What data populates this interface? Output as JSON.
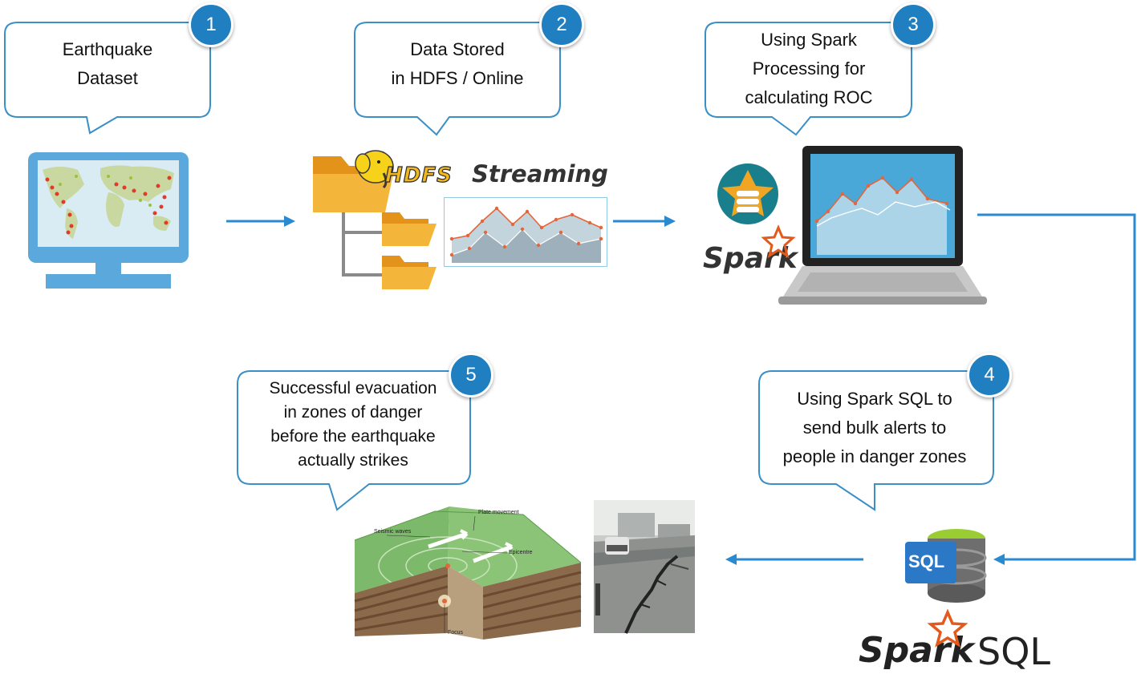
{
  "steps": [
    {
      "number": "1",
      "lines": [
        "Earthquake",
        "Dataset"
      ]
    },
    {
      "number": "2",
      "lines": [
        "Data Stored",
        "in HDFS / Online"
      ]
    },
    {
      "number": "3",
      "lines": [
        "Using Spark",
        "Processing for",
        "calculating ROC"
      ]
    },
    {
      "number": "4",
      "lines": [
        "Using Spark SQL to",
        "send bulk alerts to",
        "people in danger zones"
      ]
    },
    {
      "number": "5",
      "lines": [
        "Successful evacuation",
        "in zones of danger",
        "before the earthquake",
        "actually strikes"
      ]
    }
  ],
  "logos": {
    "hdfs": "HDFS",
    "streaming": "Streaming",
    "spark": "Spark",
    "spark_sql_spark": "Spark",
    "spark_sql_sql": "SQL",
    "sql_cylinder": "SQL"
  },
  "diagram_labels": {
    "seismic_waves": "Seismic waves",
    "plate_movement": "Plate movement",
    "epicentre": "Epicentre",
    "focus": "Focus"
  },
  "colors": {
    "accent_blue": "#1f7fc1",
    "arrow_blue": "#2a8ad0",
    "bubble_border": "#3a8fc6",
    "folder_orange": "#f0a623",
    "spark_orange": "#e25a1c",
    "spark_teal": "#1a7f8c"
  }
}
